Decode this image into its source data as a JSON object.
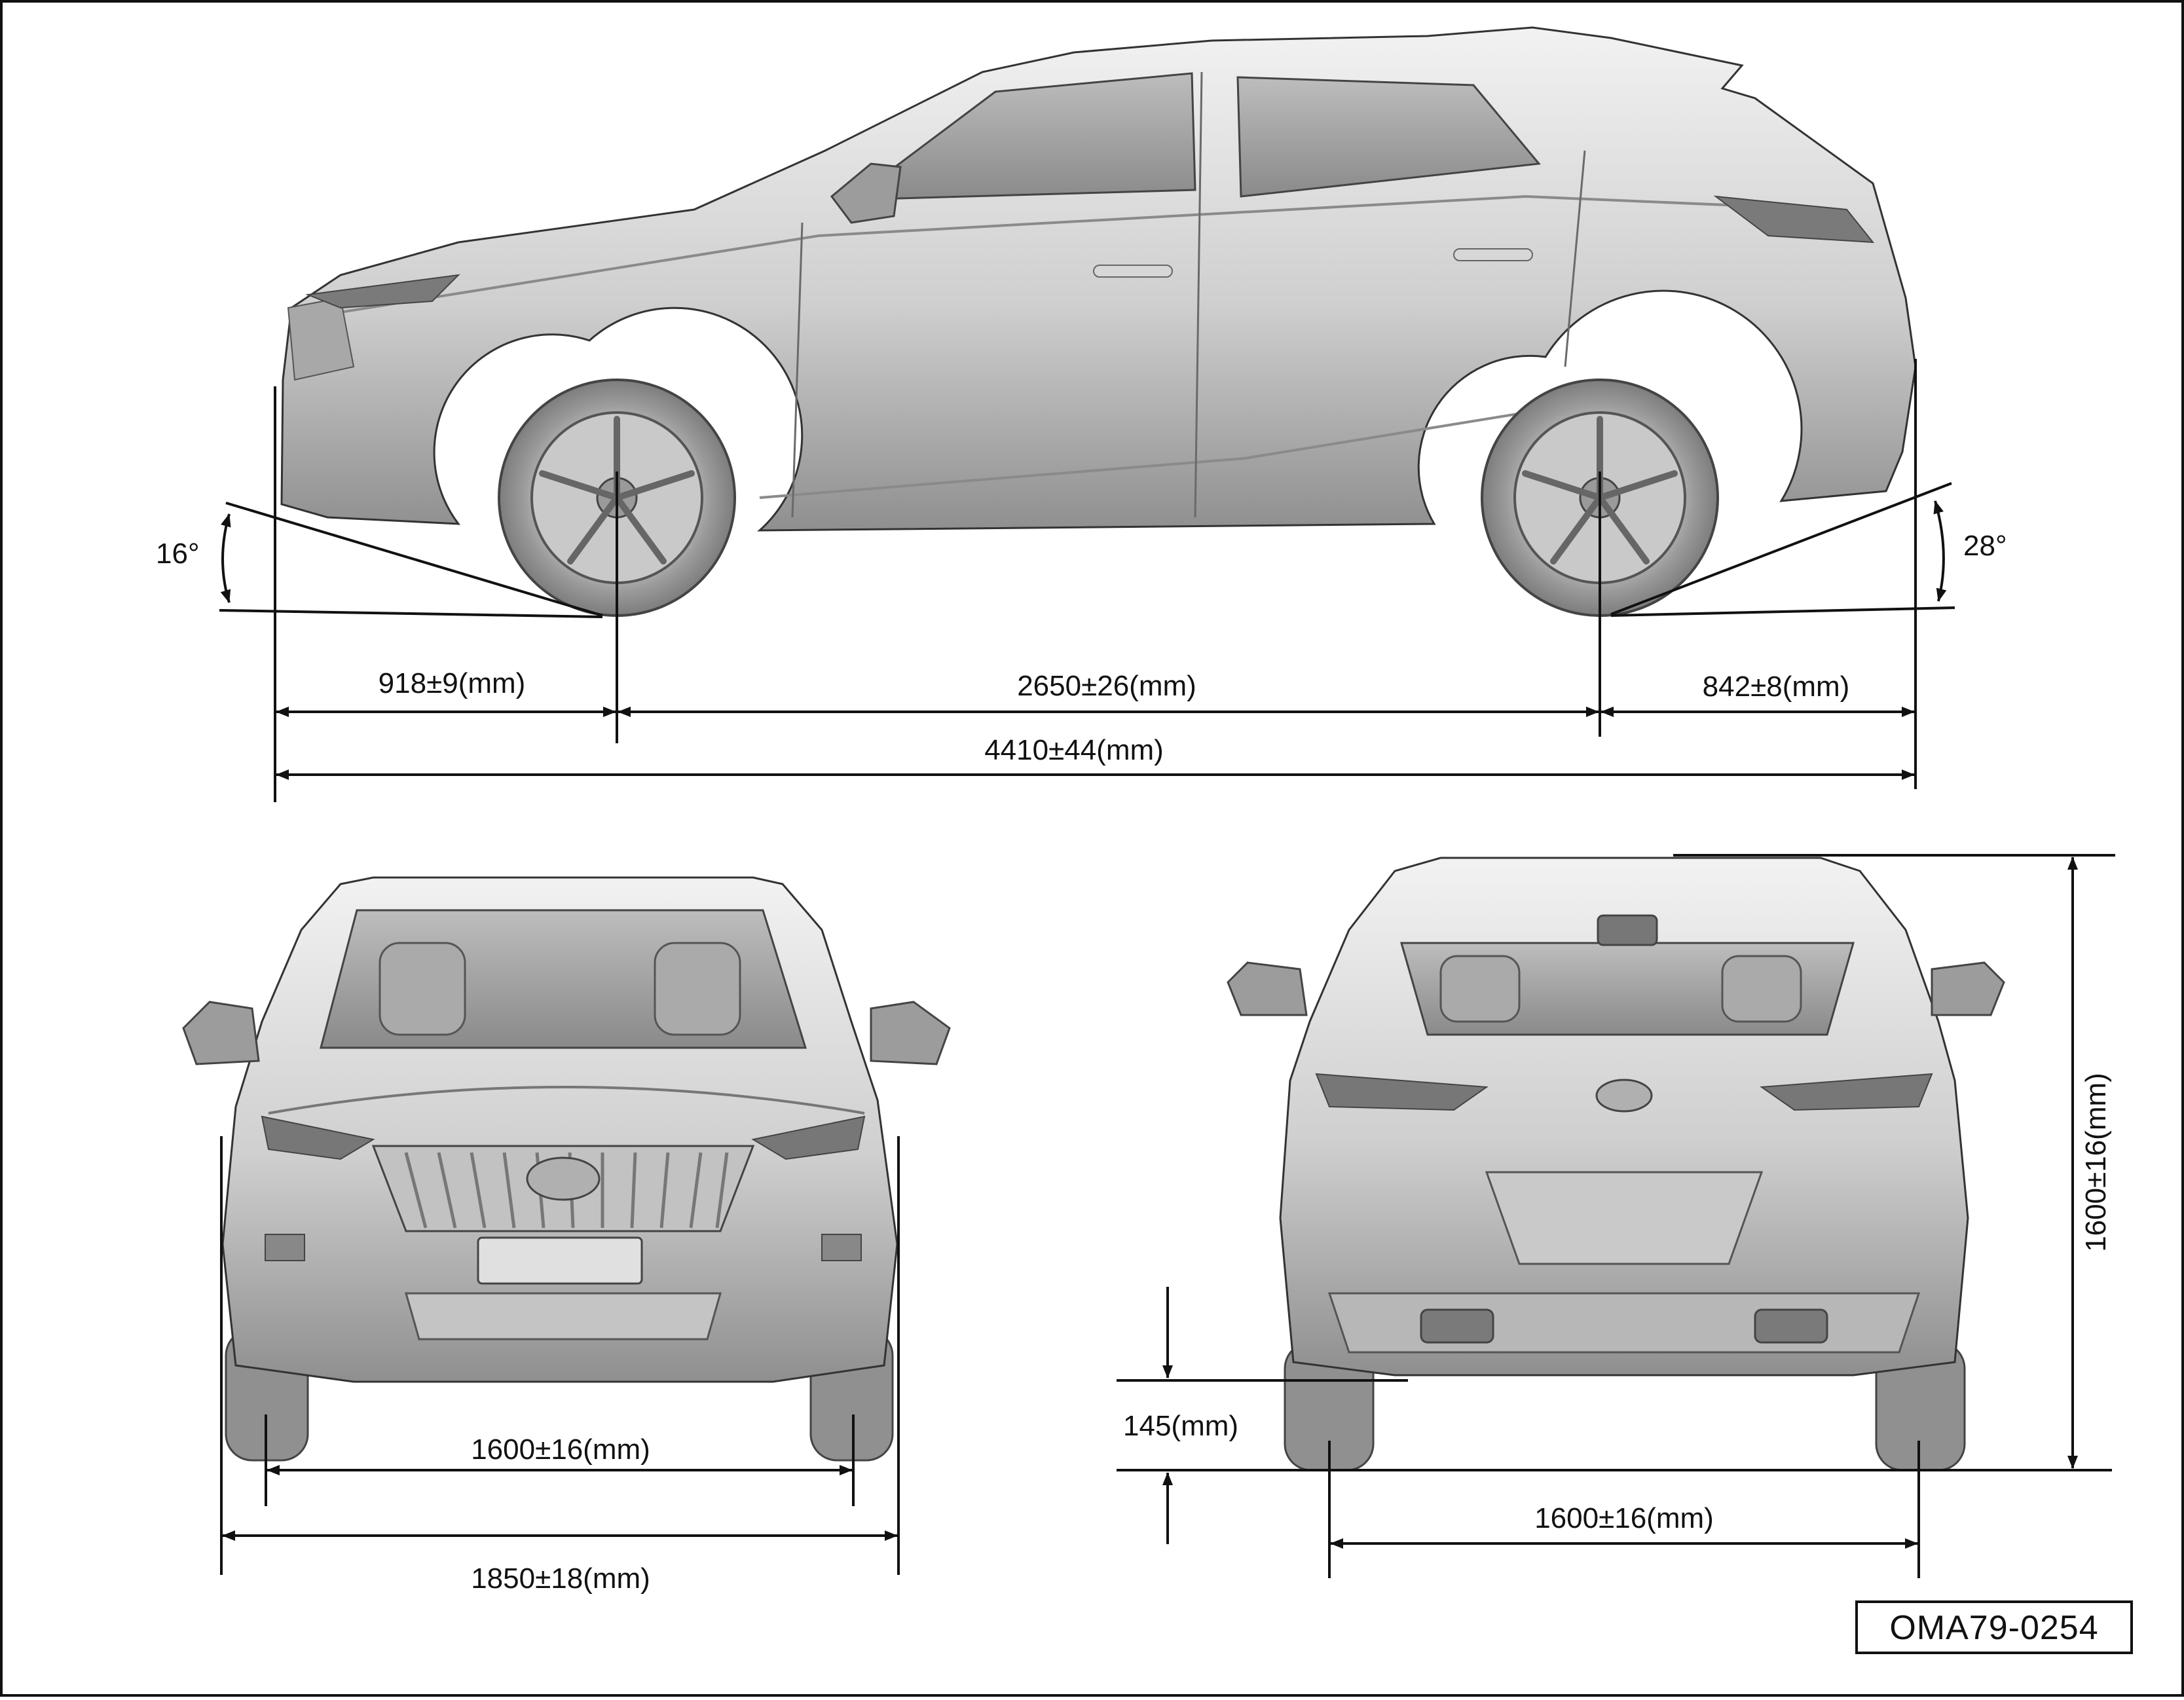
{
  "side_view": {
    "approach_angle": "16°",
    "departure_angle": "28°",
    "front_overhang": "918±9(mm)",
    "wheelbase": "2650±26(mm)",
    "rear_overhang": "842±8(mm)",
    "overall_length": "4410±44(mm)"
  },
  "front_view": {
    "front_track": "1600±16(mm)",
    "overall_width": "1850±18(mm)"
  },
  "rear_view": {
    "ground_clearance": "145(mm)",
    "rear_track": "1600±16(mm)",
    "overall_height": "1600±16(mm)"
  },
  "figure_code": "OMA79-0254",
  "colors": {
    "line": "#111111",
    "body_light": "#e6e6e6",
    "body_mid": "#bdbdbd",
    "body_dark": "#7a7a7a",
    "glass": "#9a9a9a",
    "tire": "#8c8c8c"
  }
}
